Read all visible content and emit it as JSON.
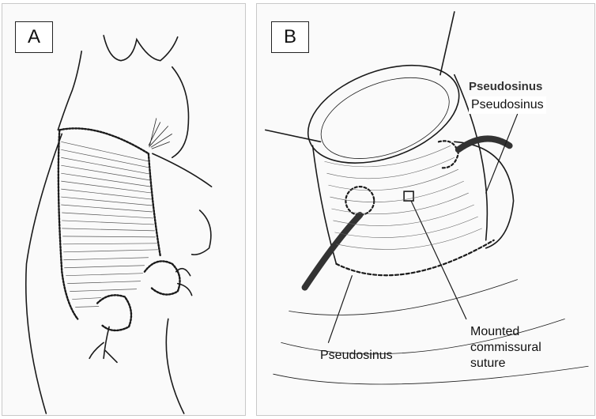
{
  "panels": {
    "a": {
      "label": "A"
    },
    "b": {
      "label": "B",
      "faded_heading": "Pseudosinus",
      "callouts": {
        "pseudosinus_top": "Pseudosinus",
        "pseudosinus_bottom": "Pseudosinus",
        "mounted_line1": "Mounted",
        "mounted_line2": "commissural",
        "mounted_line3": "suture"
      }
    }
  },
  "colors": {
    "ink": "#1a1a1a",
    "panel_border": "#c9c9c9",
    "background": "#fafafa"
  }
}
